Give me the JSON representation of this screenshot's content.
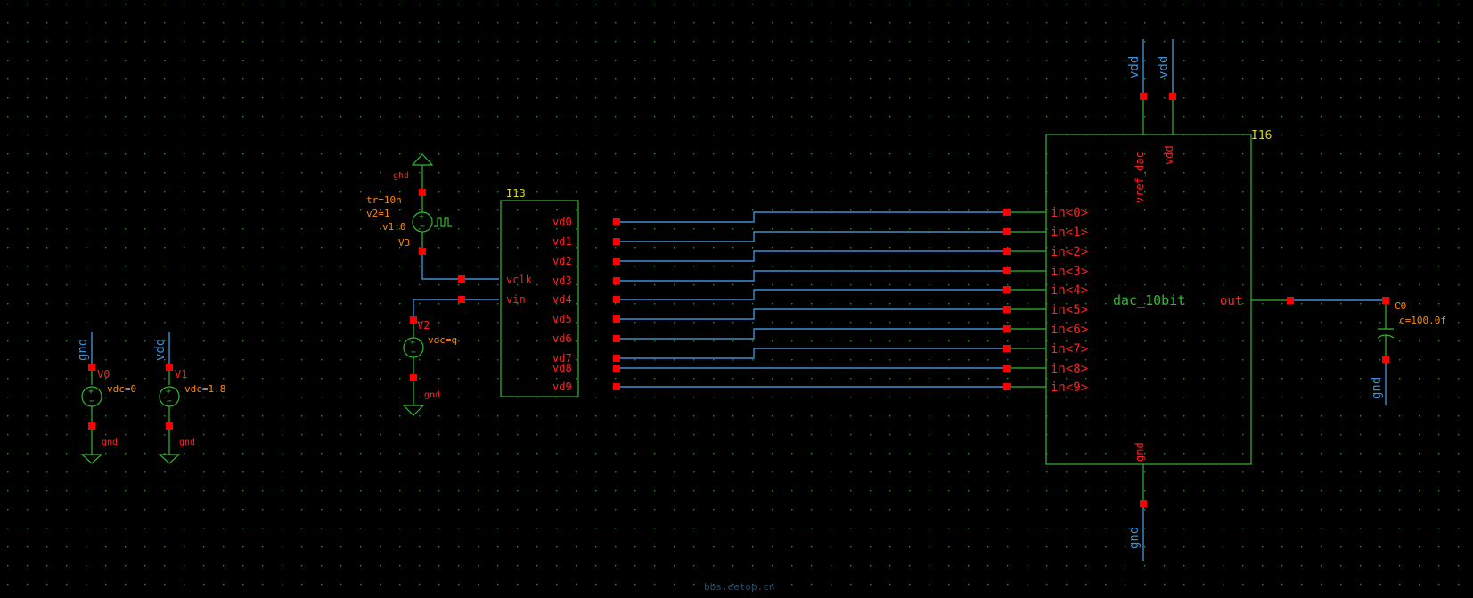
{
  "watermark": "bbs.eetop.cn",
  "colors": {
    "background": "#000000",
    "wire": "#3d8fd1",
    "symbol": "#32b832",
    "pin": "#ff0000",
    "pin_label": "#ff2020",
    "property": "#ff8800",
    "instance": "#d8d800"
  },
  "sources": {
    "v0": {
      "net": "gnd",
      "name": "V0",
      "param": "vdc=0",
      "gnd": "gnd"
    },
    "v1": {
      "net": "vdd",
      "name": "V1",
      "param": "vdc=1.8",
      "gnd": "gnd"
    },
    "v3": {
      "gnd": "gnd",
      "tr": "tr=10n",
      "v2": "v2=1",
      "v1": "v1:0",
      "name": "V3"
    },
    "v2src": {
      "name": "V2",
      "param": "vdc=q",
      "gnd": "gnd"
    }
  },
  "i13": {
    "name": "I13",
    "inputs": [
      "vclk",
      "vin"
    ],
    "outputs": [
      "vd0",
      "vd1",
      "vd2",
      "vd3",
      "vd4",
      "vd5",
      "vd6",
      "vd7",
      "vd8",
      "vd9"
    ]
  },
  "i16": {
    "name": "I16",
    "cell": "dac_10bit",
    "inputs": [
      "in<0>",
      "in<1>",
      "in<2>",
      "in<3>",
      "in<4>",
      "in<5>",
      "in<6>",
      "in<7>",
      "in<8>",
      "in<9>"
    ],
    "out": "out",
    "top_pins": [
      "vref_dac",
      "vdd"
    ],
    "bottom_pin": "gnd"
  },
  "supply": {
    "vdd_a": "vdd",
    "vdd_b": "vdd",
    "gnd_bottom": "gnd"
  },
  "cap": {
    "name": "C0",
    "param": "c=100.0f",
    "gnd": "gnd"
  }
}
